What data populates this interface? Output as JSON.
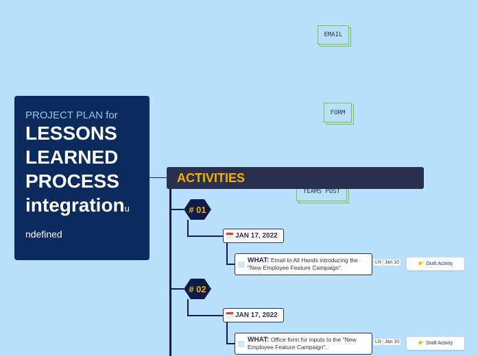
{
  "tags": {
    "email": "EMAIL",
    "form": "FORM",
    "teams": "TEAMS POST"
  },
  "title": {
    "pre": "PROJECT PLAN for",
    "main": [
      "LESSONS",
      "LEARNED",
      "PROCESS",
      "integration"
    ],
    "suffix": "u",
    "tail": "ndefined"
  },
  "section": "ACTIVITIES",
  "activities": [
    {
      "number": "# 01",
      "date": "JAN 17, 2022",
      "what_label": "WHAT:",
      "what_text": "Email to All Hands introducing the \"New Employee Feature Campaign\".",
      "icon": "email-icon",
      "initials": "LN",
      "due": "Jan 10",
      "action": "Draft Activity"
    },
    {
      "number": "# 02",
      "date": "JAN 17, 2022",
      "what_label": "WHAT:",
      "what_text": "Office form for inputs to the \"New Employee Feature Campaign\".",
      "icon": "form-icon",
      "initials": "LN",
      "due": "Jan 10",
      "action": "Draft Activity"
    }
  ],
  "colors": {
    "background": "#b8dffb",
    "title_bg": "#0b2a5e",
    "bar_bg": "#2b2f4e",
    "accent": "#f5b301",
    "tag_border": "#7cc13a"
  }
}
